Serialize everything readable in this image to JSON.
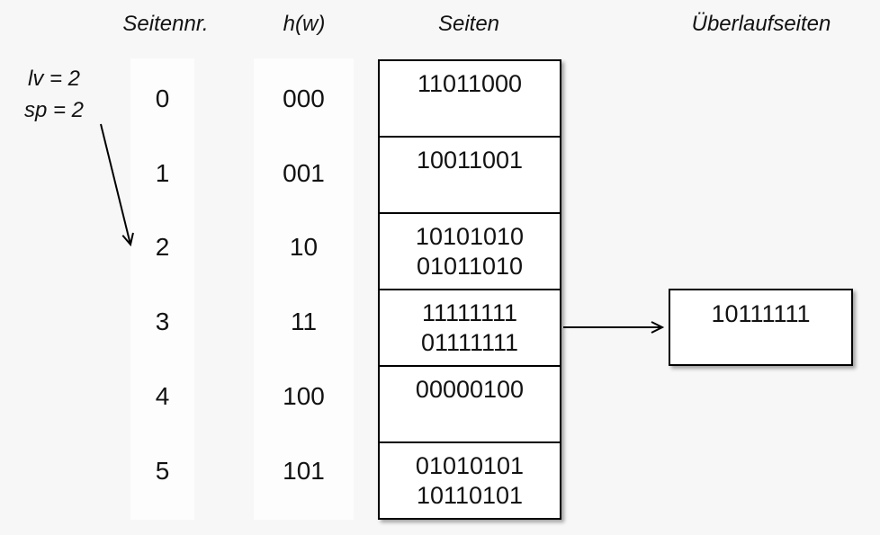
{
  "colors": {
    "background": "#f7f7f7",
    "stripe": "#fdfdfd",
    "box_fill": "#ffffff",
    "line": "#000000",
    "text": "#121212"
  },
  "headers": {
    "page_no": "Seitennr.",
    "hash": "h(w)",
    "pages": "Seiten",
    "overflow": "Überlaufseiten"
  },
  "annotation": {
    "line1": "lv = 2",
    "line2": "sp = 2",
    "points_to_page": "2"
  },
  "rows": [
    {
      "page_no": "0",
      "hash": "000",
      "entries": [
        "11011000"
      ]
    },
    {
      "page_no": "1",
      "hash": "001",
      "entries": [
        "10011001"
      ]
    },
    {
      "page_no": "2",
      "hash": "10",
      "entries": [
        "10101010",
        "01011010"
      ]
    },
    {
      "page_no": "3",
      "hash": "11",
      "entries": [
        "11111111",
        "01111111"
      ]
    },
    {
      "page_no": "4",
      "hash": "100",
      "entries": [
        "00000100"
      ]
    },
    {
      "page_no": "5",
      "hash": "101",
      "entries": [
        "01010101",
        "10110101"
      ]
    }
  ],
  "overflow": {
    "entries": [
      "10111111"
    ],
    "source_page": "3"
  }
}
